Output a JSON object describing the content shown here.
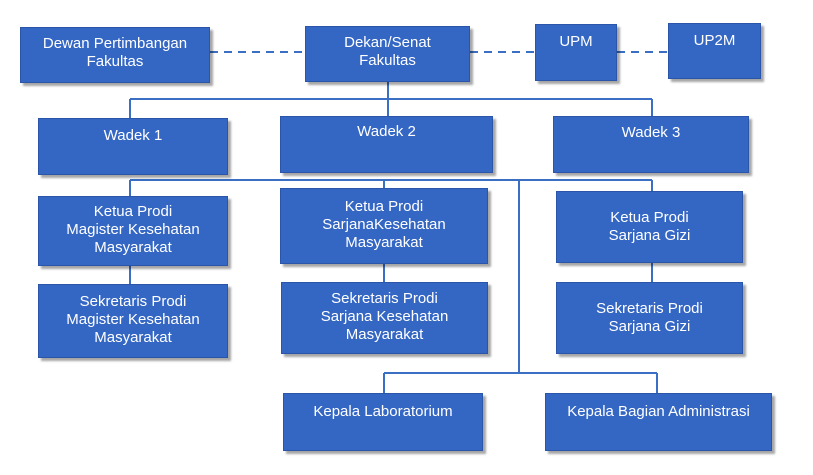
{
  "diagram": {
    "colors": {
      "box_fill": "#3466c4",
      "box_border": "#2a55a8",
      "line": "#3a6fc4",
      "text": "#ffffff"
    },
    "nodes": {
      "dewan": {
        "label": "Dewan Pertimbangan\nFakultas"
      },
      "dekan": {
        "label": "Dekan/Senat\nFakultas"
      },
      "upm": {
        "label": "UPM"
      },
      "up2m": {
        "label": "UP2M"
      },
      "wadek1": {
        "label": "Wadek 1"
      },
      "wadek2": {
        "label": "Wadek 2"
      },
      "wadek3": {
        "label": "Wadek 3"
      },
      "kaprodi_mkm": {
        "label": "Ketua Prodi\nMagister Kesehatan\nMasyarakat"
      },
      "kaprodi_skm": {
        "label": "Ketua Prodi\nSarjanaKesehatan\nMasyarakat"
      },
      "kaprodi_gizi": {
        "label": "Ketua Prodi\nSarjana Gizi"
      },
      "sekprodi_mkm": {
        "label": "Sekretaris Prodi\nMagister  Kesehatan\nMasyarakat"
      },
      "sekprodi_skm": {
        "label": "Sekretaris Prodi\nSarjana Kesehatan\nMasyarakat"
      },
      "sekprodi_gizi": {
        "label": "Sekretaris Prodi\nSarjana Gizi"
      },
      "kalab": {
        "label": "Kepala Laboratorium"
      },
      "kabag_adm": {
        "label": "Kepala Bagian Administrasi"
      }
    }
  }
}
